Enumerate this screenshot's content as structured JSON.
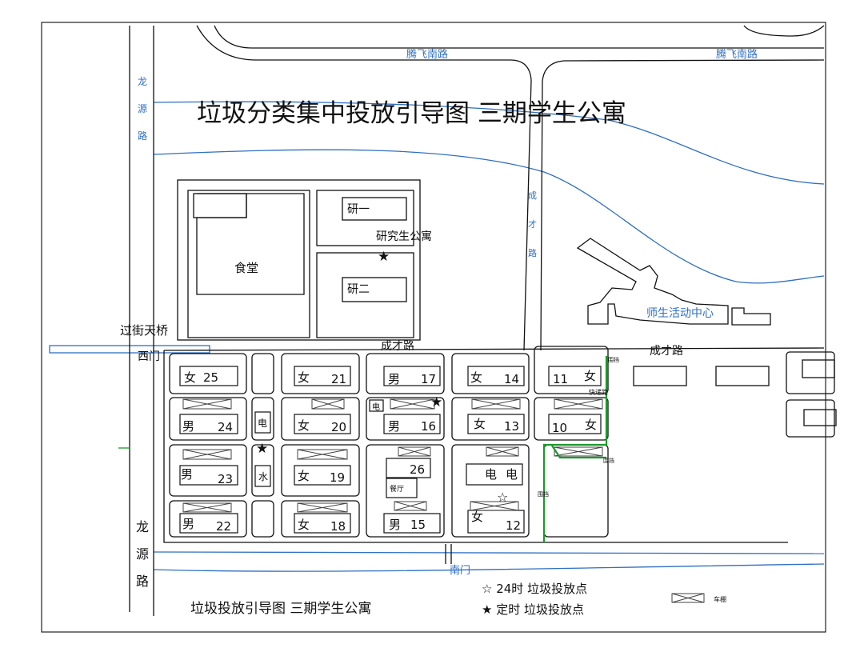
{
  "title": "垃圾分类集中投放引导图 三期学生公寓",
  "footer_title": "垃圾投放引导图 三期学生公寓",
  "roads": {
    "tengfei_south_1": "腾飞南路",
    "tengfei_south_2": "腾飞南路",
    "longyuan_top": [
      "龙",
      "源",
      "路"
    ],
    "longyuan_bottom": [
      "龙",
      "源",
      "路"
    ],
    "chengcai_1": "成才路",
    "chengcai_2": "成才路",
    "chengcai_vertical": [
      "成",
      "才",
      "路"
    ],
    "south_gate": "南门",
    "west_gate": "西门",
    "overpass": "过街天桥",
    "express_road": "快递路"
  },
  "places": {
    "canteen": "食堂",
    "grad_one": "研一",
    "grad_two": "研二",
    "grad_apartment": "研究生公寓",
    "activity_center": "师生活动中心",
    "restaurant": "餐厅"
  },
  "buildings": [
    {
      "gender": "女",
      "num": "25"
    },
    {
      "gender": "女",
      "num": "21"
    },
    {
      "gender": "男",
      "num": "17"
    },
    {
      "gender": "女",
      "num": "14"
    },
    {
      "gender": "女",
      "num": "11"
    },
    {
      "gender": "男",
      "num": "24"
    },
    {
      "gender": "女",
      "num": "20"
    },
    {
      "gender": "男",
      "num": "16"
    },
    {
      "gender": "女",
      "num": "13"
    },
    {
      "gender": "女",
      "num": "10"
    },
    {
      "gender": "男",
      "num": "23"
    },
    {
      "gender": "女",
      "num": "19"
    },
    {
      "gender": "",
      "num": "26"
    },
    {
      "gender": "男",
      "num": "22"
    },
    {
      "gender": "女",
      "num": "18"
    },
    {
      "gender": "男",
      "num": "15"
    },
    {
      "gender": "女",
      "num": "12"
    }
  ],
  "utilities": {
    "electric_1": "电",
    "water": "水",
    "electric_2": "电",
    "electric_3": "电",
    "electric_4": "电",
    "fence_1": "围挡",
    "fence_2": "围挡",
    "fence_3": "围挡"
  },
  "legend": {
    "item1": "☆ 24时 垃圾投放点",
    "item2": "★ 定时 垃圾投放点",
    "shed": "车棚"
  },
  "colors": {
    "road_label": "#2f6fc4",
    "water_line": "#2f6fc4",
    "fence_green": "#1a9a2a",
    "outline": "#111111"
  }
}
